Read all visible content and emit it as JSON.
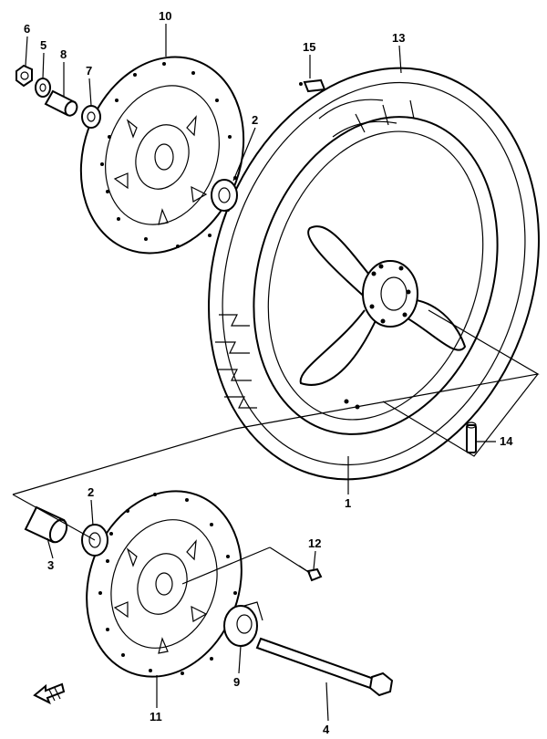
{
  "callouts": [
    {
      "id": "1",
      "text": "1"
    },
    {
      "id": "2a",
      "text": "2"
    },
    {
      "id": "2b",
      "text": "2"
    },
    {
      "id": "3",
      "text": "3"
    },
    {
      "id": "4",
      "text": "4"
    },
    {
      "id": "5",
      "text": "5"
    },
    {
      "id": "6",
      "text": "6"
    },
    {
      "id": "7",
      "text": "7"
    },
    {
      "id": "8",
      "text": "8"
    },
    {
      "id": "9",
      "text": "9"
    },
    {
      "id": "10",
      "text": "10"
    },
    {
      "id": "11",
      "text": "11"
    },
    {
      "id": "12",
      "text": "12"
    },
    {
      "id": "13",
      "text": "13"
    },
    {
      "id": "14",
      "text": "14"
    },
    {
      "id": "15",
      "text": "15"
    }
  ],
  "icons": {
    "front_arrow": "front-direction-arrow-icon"
  }
}
